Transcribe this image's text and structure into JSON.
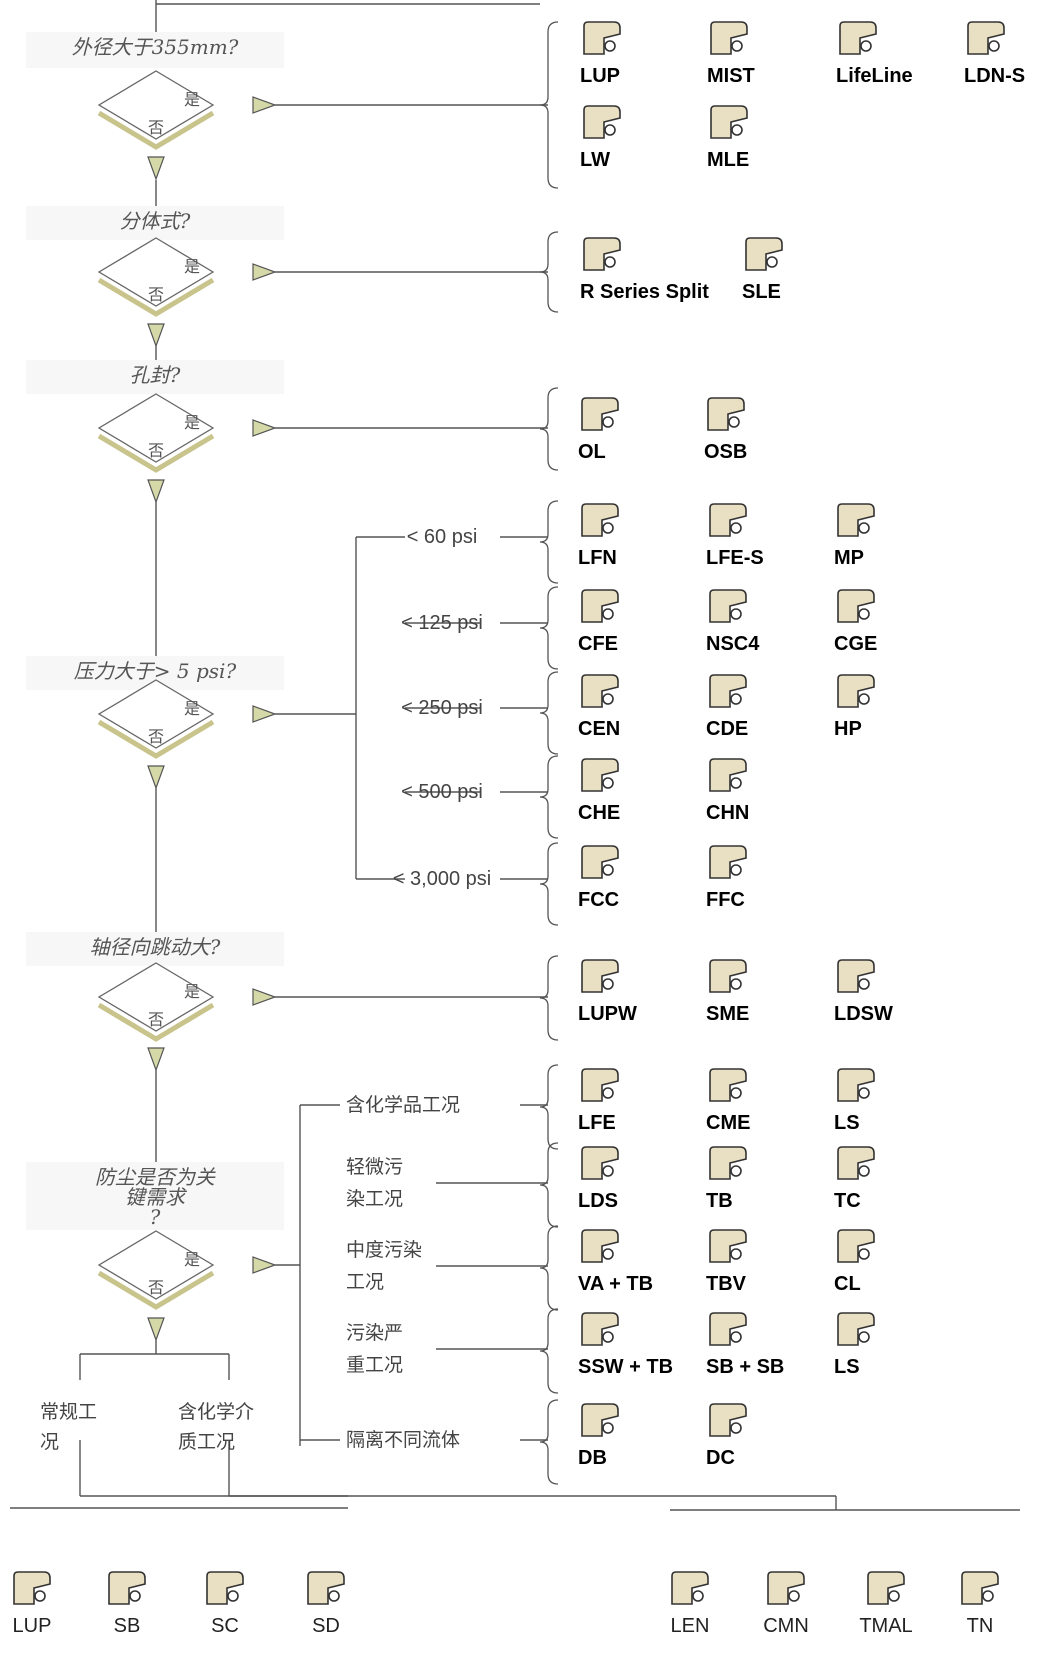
{
  "questions": [
    {
      "text": "外径大于355mm?",
      "yes": "是",
      "no": "否"
    },
    {
      "text": "分体式?",
      "yes": "是",
      "no": "否"
    },
    {
      "text": "孔封?",
      "yes": "是",
      "no": "否"
    },
    {
      "text": "压力大于> 5 psi?",
      "yes": "是",
      "no": "否"
    },
    {
      "text": "轴径向跳动大?",
      "yes": "是",
      "no": "否"
    },
    {
      "text_lines": [
        "防尘是否为关",
        "键需求",
        "?"
      ],
      "yes": "是",
      "no": "否"
    }
  ],
  "pressure_labels": [
    "< 60 psi",
    "< 125 psi",
    "< 250 psi",
    "< 500 psi",
    "< 3,000 psi"
  ],
  "condition_labels": {
    "chemical": [
      "含化学品工况"
    ],
    "light": [
      "轻微污",
      "染工况"
    ],
    "medium": [
      "中度污染",
      "工况"
    ],
    "heavy": [
      "污染严",
      "重工况"
    ],
    "isolate": [
      "隔离不同流体"
    ]
  },
  "split_labels": {
    "normal": [
      "常规工",
      "况"
    ],
    "chem": [
      "含化学介",
      "质工况"
    ]
  },
  "groups": {
    "od": [
      "LUP",
      "MIST",
      "LifeLine",
      "LDN-S",
      "LW",
      "MLE"
    ],
    "split": [
      "R Series Split",
      "SLE"
    ],
    "bore": [
      "OL",
      "OSB"
    ],
    "p60": [
      "LFN",
      "LFE-S",
      "MP"
    ],
    "p125": [
      "CFE",
      "NSC4",
      "CGE"
    ],
    "p250": [
      "CEN",
      "CDE",
      "HP"
    ],
    "p500": [
      "CHE",
      "CHN"
    ],
    "p3000": [
      "FCC",
      "FFC"
    ],
    "runout": [
      "LUPW",
      "SME",
      "LDSW"
    ],
    "chem": [
      "LFE",
      "CME",
      "LS"
    ],
    "light": [
      "LDS",
      "TB",
      "TC"
    ],
    "medium": [
      "VA + TB",
      "TBV",
      "CL"
    ],
    "heavy": [
      "SSW + TB",
      "SB + SB",
      "LS"
    ],
    "isolate": [
      "DB",
      "DC"
    ]
  },
  "bottom_left": [
    "LUP",
    "SB",
    "SC",
    "SD"
  ],
  "bottom_right": [
    "LEN",
    "CMN",
    "TMAL",
    "TN"
  ]
}
